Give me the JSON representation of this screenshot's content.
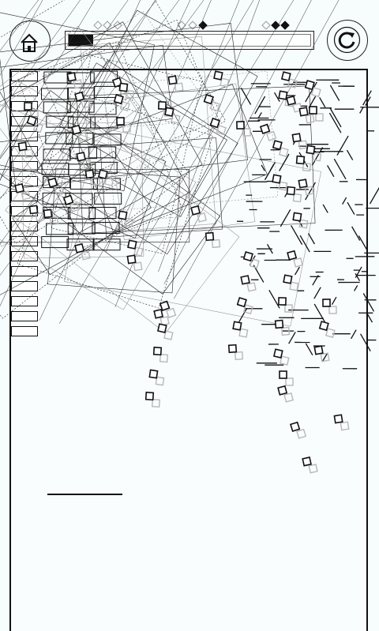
{
  "game": {
    "level_progress": 0.1,
    "ammo_total": 18,
    "ammo_used": 0,
    "colors": {
      "ink": "#111111",
      "paper": "#f7fcfc",
      "ghost": "#b8b8b8"
    }
  },
  "header": {
    "home_icon": "house-icon",
    "restart_icon": "restart-icon",
    "level_markers": [
      {
        "state": "empty"
      },
      {
        "state": "empty"
      },
      {
        "state": "empty"
      },
      {
        "state": "empty"
      },
      {
        "state": "empty"
      },
      {
        "state": "filled"
      },
      {
        "state": "empty"
      },
      {
        "state": "filled"
      },
      {
        "state": "filled"
      }
    ]
  }
}
